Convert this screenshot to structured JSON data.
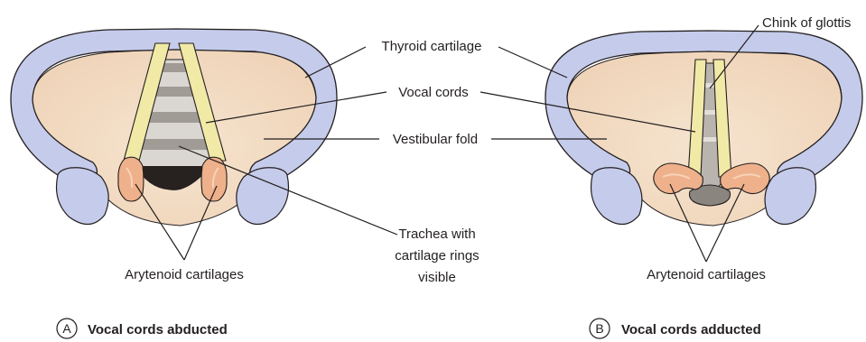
{
  "labels": {
    "thyroid_cartilage": "Thyroid cartilage",
    "vocal_cords": "Vocal cords",
    "vestibular_fold": "Vestibular fold",
    "chink_of_glottis": "Chink of glottis",
    "trachea_line1": "Trachea with",
    "trachea_line2": "cartilage rings",
    "trachea_line3": "visible",
    "arytenoid_left": "Arytenoid cartilages",
    "arytenoid_right": "Arytenoid cartilages"
  },
  "panels": [
    {
      "letter": "A",
      "caption": "Vocal cords abducted"
    },
    {
      "letter": "B",
      "caption": "Vocal cords adducted"
    }
  ],
  "colors": {
    "thyroid_fill": "#c5cbea",
    "vestibule_fill": "#f3dcc4",
    "vocal_cord_fill": "#f1e9a6",
    "arytenoid_fill": "#eeb18b",
    "trachea_light": "#dad6d1",
    "trachea_dark": "#a19b96",
    "outline": "#231f20"
  }
}
